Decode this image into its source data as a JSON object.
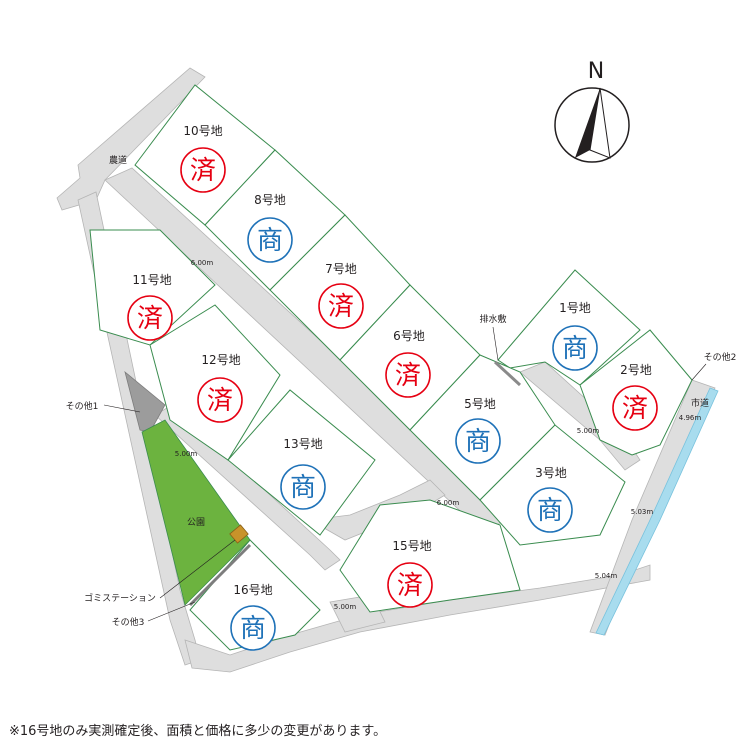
{
  "compass": {
    "north_label": "N"
  },
  "labels": {
    "farm_road": "農道",
    "city_road": "市道",
    "drainage": "排水敷",
    "other1": "その他1",
    "other2": "その他2",
    "other3": "その他3",
    "park": "公園",
    "garbage_station": "ゴミステーション"
  },
  "dimensions": {
    "d1": "6.00m",
    "d2": "5.00m",
    "d3": "5.00m",
    "d4": "6.00m",
    "d5": "5.00m",
    "d6": "4.96m",
    "d7": "5.03m",
    "d8": "5.04m"
  },
  "stamps": {
    "sold": "済",
    "commercial": "商"
  },
  "colors": {
    "sold": "#e60012",
    "commercial": "#1f72b8",
    "road": "#dedede",
    "lot_border": "#3a8c4f",
    "park": "#6cb33f",
    "other": "#9c9c9c",
    "garbage": "#c8932a",
    "water": "#a8dcee"
  },
  "lots": [
    {
      "label": "10号地",
      "status": "sold"
    },
    {
      "label": "8号地",
      "status": "commercial"
    },
    {
      "label": "11号地",
      "status": "sold"
    },
    {
      "label": "7号地",
      "status": "sold"
    },
    {
      "label": "12号地",
      "status": "sold"
    },
    {
      "label": "6号地",
      "status": "sold"
    },
    {
      "label": "1号地",
      "status": "commercial"
    },
    {
      "label": "2号地",
      "status": "sold"
    },
    {
      "label": "5号地",
      "status": "commercial"
    },
    {
      "label": "13号地",
      "status": "commercial"
    },
    {
      "label": "3号地",
      "status": "commercial"
    },
    {
      "label": "15号地",
      "status": "sold"
    },
    {
      "label": "16号地",
      "status": "commercial"
    }
  ],
  "footnote": "※16号地のみ実測確定後、面積と価格に多少の変更があります。"
}
